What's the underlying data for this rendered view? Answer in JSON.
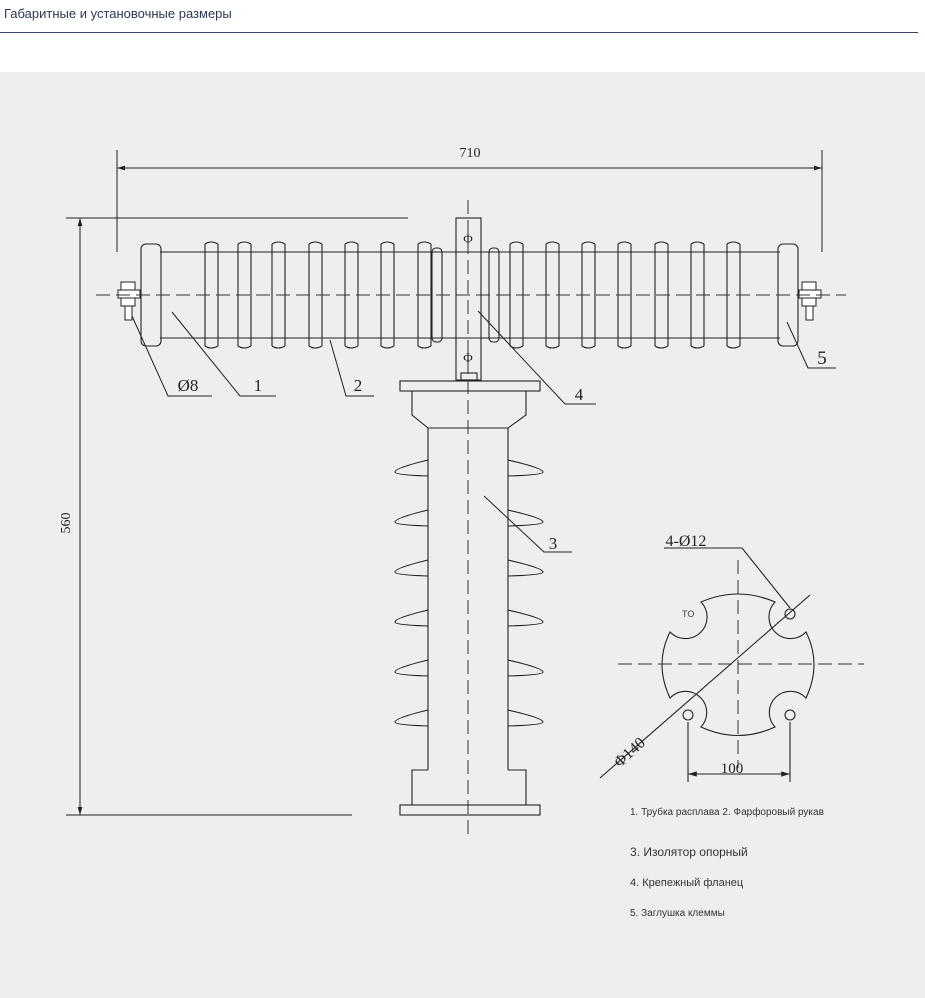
{
  "header": {
    "title": "Габаритные и установочные размеры"
  },
  "drawing": {
    "dim_width": "710",
    "dim_height": "560",
    "dia_pin": "Ø8",
    "dia_holes": "4-Ø12",
    "dia_circle": "Φ140",
    "dim_flange": "100",
    "flange_mark": "TO",
    "callouts": [
      "1",
      "2",
      "3",
      "4",
      "5"
    ],
    "slot_glyph": "Φ"
  },
  "legend": {
    "item1": "1. Трубка расплава 2. Фарфоровый рукав",
    "item3": "3. Изолятор опорный",
    "item4": "4. Крепежный фланец",
    "item5": "5. Заглушка клеммы"
  }
}
